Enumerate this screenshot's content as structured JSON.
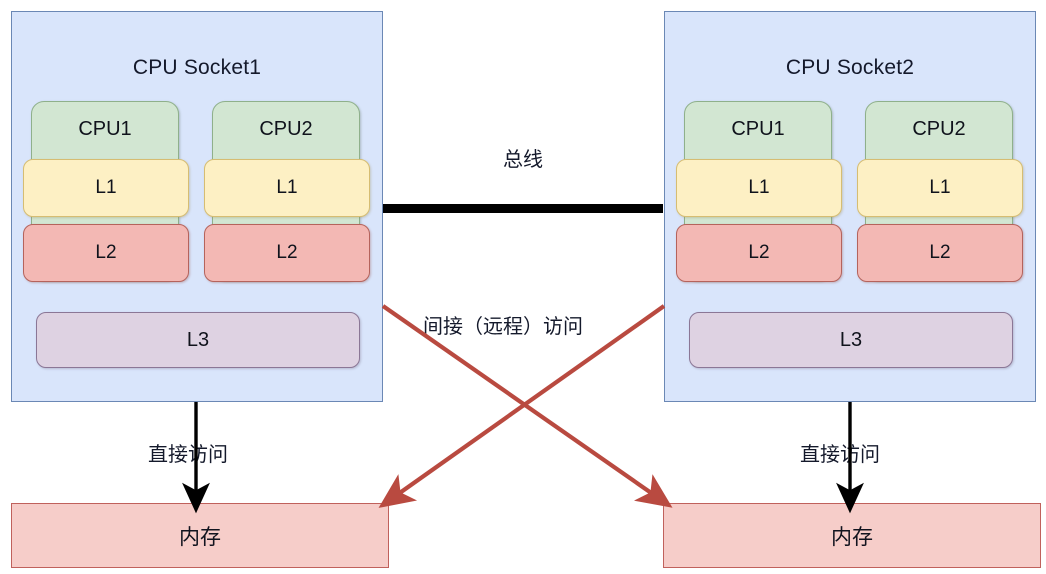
{
  "diagram": {
    "title_semantic": "NUMA CPU socket and memory access diagram",
    "colors": {
      "socket_fill": "#d9e5fb",
      "socket_border": "#6b88b5",
      "cpu_fill": "#d2e6d2",
      "cpu_border": "#8fb08b",
      "l1_fill": "#fdf0c4",
      "l1_border": "#d6bd72",
      "l2_fill": "#f3b8b4",
      "l2_border": "#b5635c",
      "l3_fill": "#ded2e2",
      "l3_border": "#8b7796",
      "memory_fill": "#f6cdc9",
      "memory_border": "#c0615c",
      "bus_color": "#000000",
      "direct_arrow_color": "#000000",
      "remote_arrow_color": "#b94a40"
    },
    "sockets": [
      {
        "id": "socket1",
        "title": "CPU Socket1",
        "cpus": [
          {
            "title": "CPU1",
            "caches": [
              {
                "level": "L1"
              },
              {
                "level": "L2"
              }
            ]
          },
          {
            "title": "CPU2",
            "caches": [
              {
                "level": "L1"
              },
              {
                "level": "L2"
              }
            ]
          }
        ],
        "shared_cache": "L3"
      },
      {
        "id": "socket2",
        "title": "CPU Socket2",
        "cpus": [
          {
            "title": "CPU1",
            "caches": [
              {
                "level": "L1"
              },
              {
                "level": "L2"
              }
            ]
          },
          {
            "title": "CPU2",
            "caches": [
              {
                "level": "L1"
              },
              {
                "level": "L2"
              }
            ]
          }
        ],
        "shared_cache": "L3"
      }
    ],
    "memories": [
      {
        "id": "mem1",
        "label": "内存"
      },
      {
        "id": "mem2",
        "label": "内存"
      }
    ],
    "connections": {
      "bus_label": "总线",
      "remote_access_label": "间接（远程）访问",
      "direct_access_label_left": "直接访问",
      "direct_access_label_right": "直接访问"
    }
  }
}
